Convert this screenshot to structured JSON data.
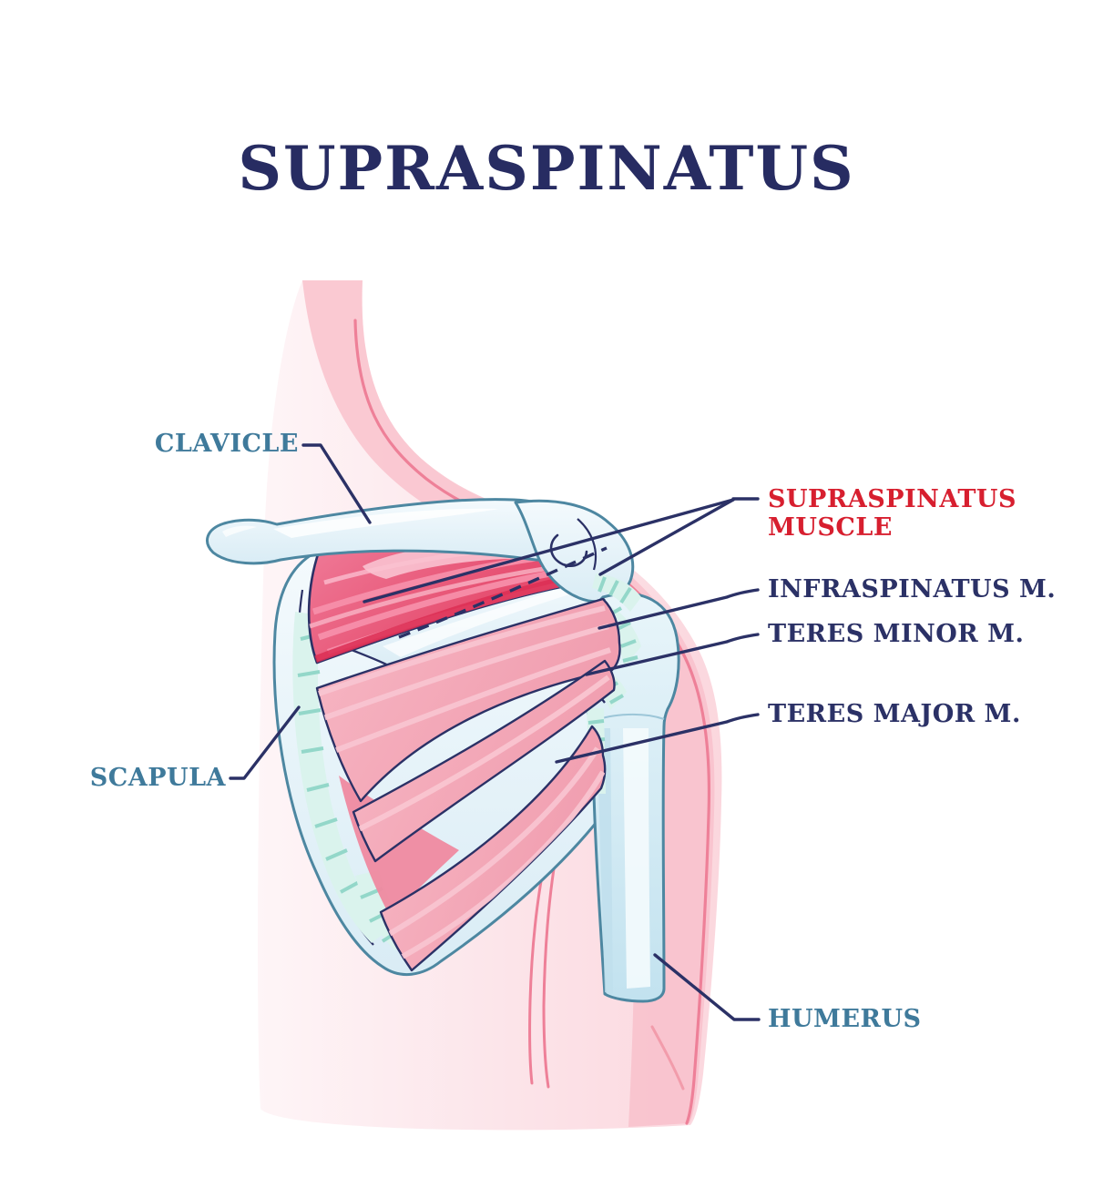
{
  "title": "SUPRASPINATUS",
  "labels": {
    "clavicle": "CLAVICLE",
    "supraspinatus_line1": "SUPRASPINATUS",
    "supraspinatus_line2": "MUSCLE",
    "infraspinatus": "INFRASPINATUS M.",
    "teres_minor": "TERES MINOR M.",
    "teres_major": "TERES MAJOR M.",
    "scapula": "SCAPULA",
    "humerus": "HUMERUS"
  },
  "colors": {
    "title_navy": "#272c62",
    "label_navy": "#2b3166",
    "label_teal": "#3f7a9b",
    "label_red": "#d71f2f",
    "leader_line": "#2b3166",
    "body_pink": "#fbd7de",
    "body_shade_pink": "#f9c3cd",
    "body_contour": "#ee8098",
    "muscle_crimson": "#e23a5e",
    "muscle_crimson_light": "#f07e9b",
    "muscle_stripe": "#f791ac",
    "muscle_tendon_red": "#e0203e",
    "muscle_pink": "#f09cae",
    "muscle_pink_stripe": "#f9c6d2",
    "bone_fill": "#e9f4fa",
    "bone_stroke": "#4d87a1",
    "bone_shade": "#c2e2ef",
    "tendon_mint": "#93d7c9",
    "tendon_mint_light": "#daf3ed"
  }
}
